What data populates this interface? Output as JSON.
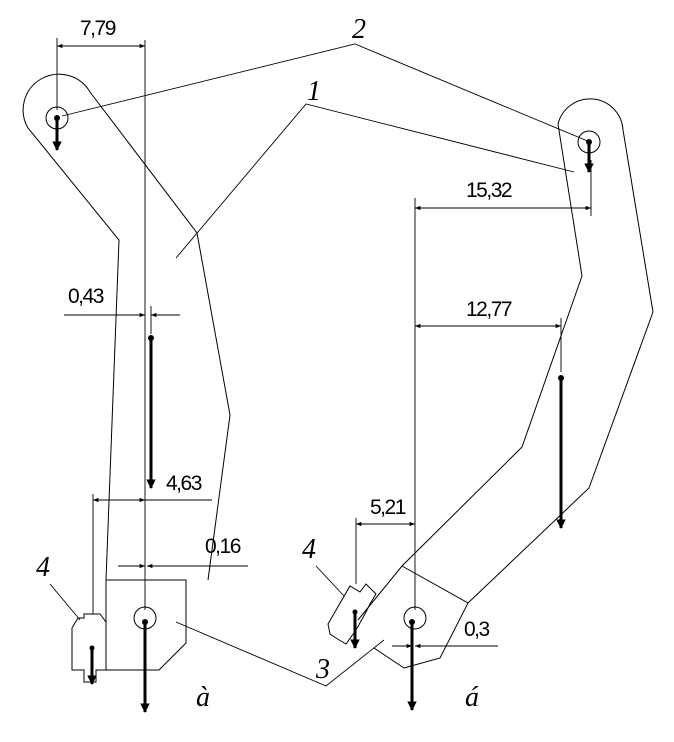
{
  "labels": {
    "part_1": "1",
    "part_2": "2",
    "part_3": "3",
    "part_4_left": "4",
    "part_4_right": "4",
    "view_a": "à",
    "view_b": "á"
  },
  "dimensions": {
    "left_top": "7,79",
    "left_mid": "0,43",
    "left_low": "4,63",
    "left_base": "0,16",
    "right_top": "15,32",
    "right_mid": "12,77",
    "right_low": "5,21",
    "right_base": "0,3"
  }
}
